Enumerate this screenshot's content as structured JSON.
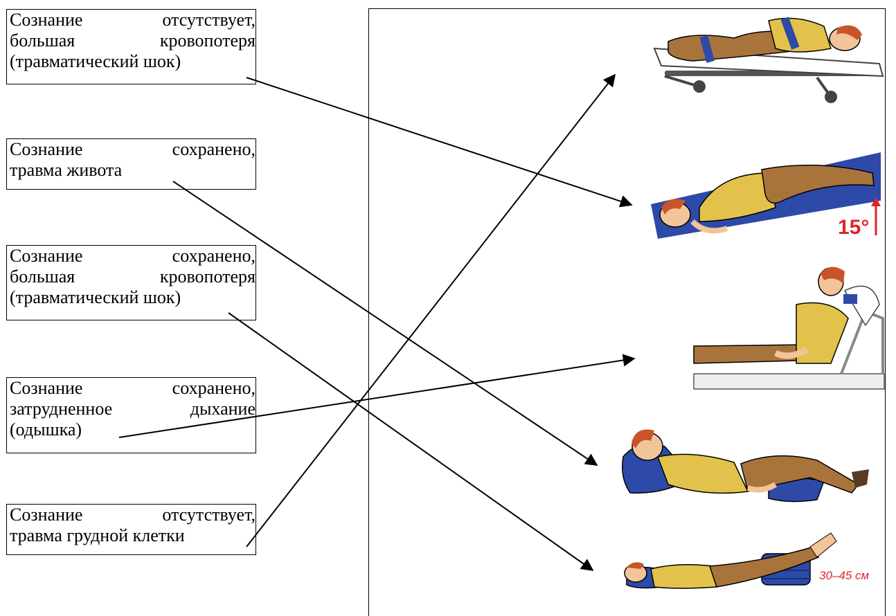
{
  "conditions": [
    {
      "lines": [
        "Сознание отсутствует,",
        "большая кровопотеря",
        "(травматический шок)"
      ]
    },
    {
      "lines": [
        "Сознание сохранено,",
        "травма живота"
      ]
    },
    {
      "lines": [
        "Сознание сохранено,",
        "большая кровопотеря",
        "(травматический шок)"
      ]
    },
    {
      "lines": [
        "Сознание сохранено,",
        "затрудненное дыхание",
        "(одышка)"
      ]
    },
    {
      "lines": [
        "Сознание отсутствует,",
        "травма грудной клетки"
      ]
    }
  ],
  "illustrations": {
    "prone_on_stretcher": {
      "icon": "patient-prone-stretcher"
    },
    "tilted_board": {
      "icon": "patient-side-tilted-board",
      "angle_label": "15°"
    },
    "semi_sitting": {
      "icon": "patient-semi-sitting-stretcher"
    },
    "knees_bent": {
      "icon": "patient-supine-knees-bent"
    },
    "legs_raised": {
      "icon": "patient-legs-raised",
      "height_label": "30–45 см"
    }
  },
  "colors": {
    "skin": "#f2c49a",
    "shirt": "#e3c24b",
    "pants": "#a9743b",
    "hair": "#c8542a",
    "blue": "#2d4aa8",
    "red": "#e0242c"
  }
}
